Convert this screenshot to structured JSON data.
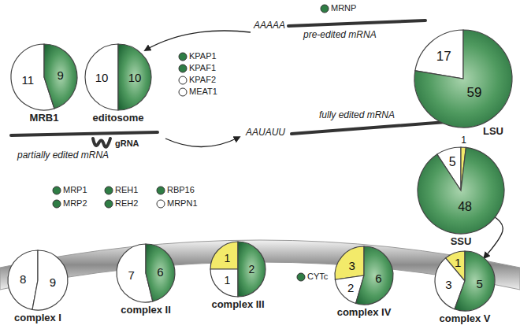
{
  "diagram": {
    "nodes": [
      {
        "text": [
          "11",
          "9",
          "MRB1"
        ]
      },
      {
        "text": [
          "10",
          "10",
          "editosome"
        ]
      },
      {
        "text": [
          "17",
          "59",
          "LSU"
        ]
      },
      {
        "text": [
          "5",
          "1",
          "48",
          "SSU"
        ]
      },
      {
        "text": [
          "8",
          "9",
          "complex I"
        ]
      },
      {
        "text": [
          "7",
          "6",
          "complex II"
        ]
      },
      {
        "text": [
          "1",
          "1",
          "2",
          "complex III"
        ]
      },
      {
        "text": [
          "3",
          "2",
          "6",
          "complex IV"
        ]
      },
      {
        "text": [
          "1",
          "3",
          "5",
          "complex V"
        ]
      }
    ],
    "edges": [
      {
        "from": 3,
        "to": 8,
        "arrow": "to"
      }
    ],
    "labels": [
      "MRNP",
      "AAAAA",
      "pre-edited mRNA",
      "KPAP1",
      "KPAF1",
      "KPAF2",
      "MEAT1",
      "partially edited mRNA",
      "gRNA",
      "AAUAUU",
      "fully edited mRNA",
      "MRP1",
      "MRP2",
      "REH1",
      "REH2",
      "RBP16",
      "MRPN1",
      "CYTc"
    ]
  }
}
